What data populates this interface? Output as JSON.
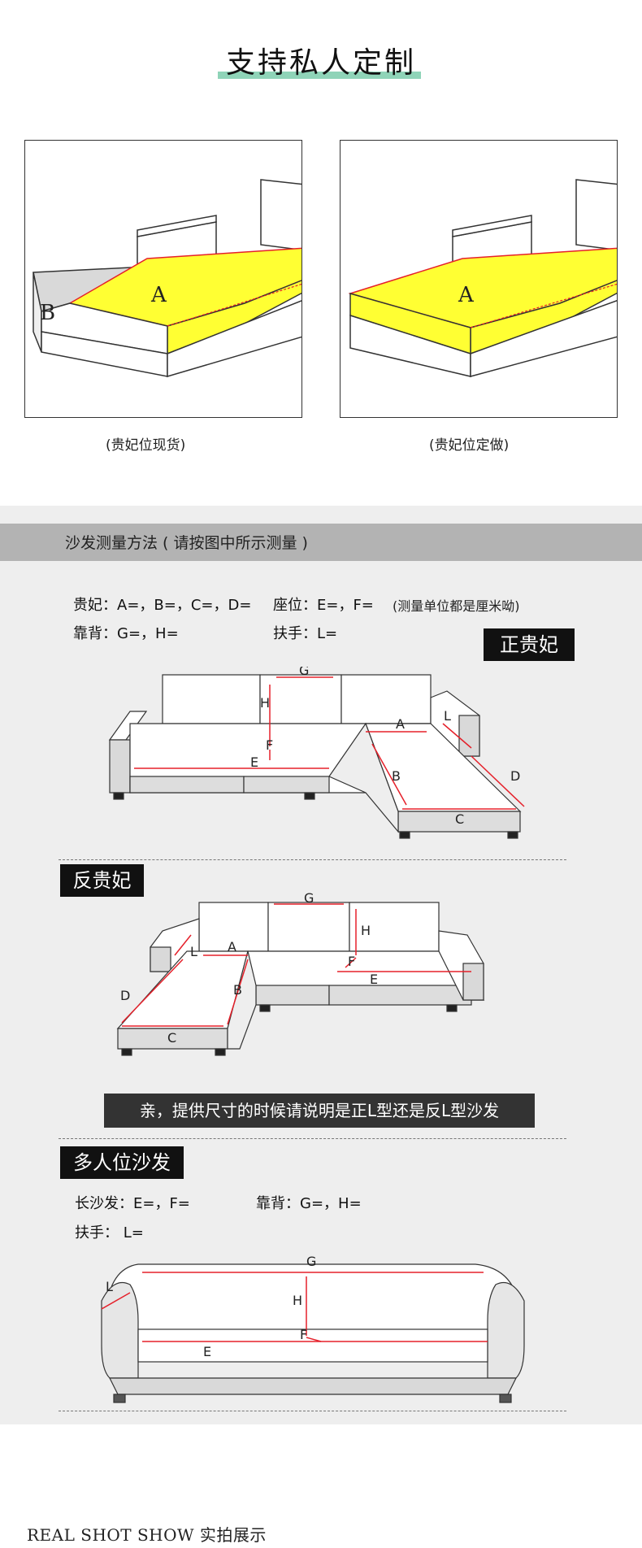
{
  "title": "支持私人定制",
  "panels": [
    {
      "caption": "(贵妃位现货)",
      "label_a": "A",
      "label_b": "B"
    },
    {
      "caption": "(贵妃位定做)",
      "label_a": "A"
    }
  ],
  "measure": {
    "header": "沙发测量方法 ( 请按图中所示测量 )",
    "line1_left": "贵妃：A=，B=，C=，D=",
    "line1_mid": "座位：E=，F=",
    "line1_right": "(测量单位都是厘米呦)",
    "line2_left": "靠背：G=，H=",
    "line2_mid": "扶手：L=",
    "tag_zheng": "正贵妃",
    "tag_fan": "反贵妃",
    "note": "亲，提供尺寸的时候请说明是正L型还是反L型沙发",
    "tag_multi": "多人位沙发",
    "multi_line1_left": "长沙发：E=，F=",
    "multi_line1_right": "靠背：G=，H=",
    "multi_line2": "扶手： L="
  },
  "dim_labels": {
    "A": "A",
    "B": "B",
    "C": "C",
    "D": "D",
    "E": "E",
    "F": "F",
    "G": "G",
    "H": "H",
    "L": "L"
  },
  "footer": "REAL SHOT SHOW 实拍展示",
  "colors": {
    "accent": "#8fd4b8",
    "highlight": "#ffff33",
    "dimension": "#e5202a",
    "band": "#b3b3b3",
    "section": "#eeeeee"
  }
}
